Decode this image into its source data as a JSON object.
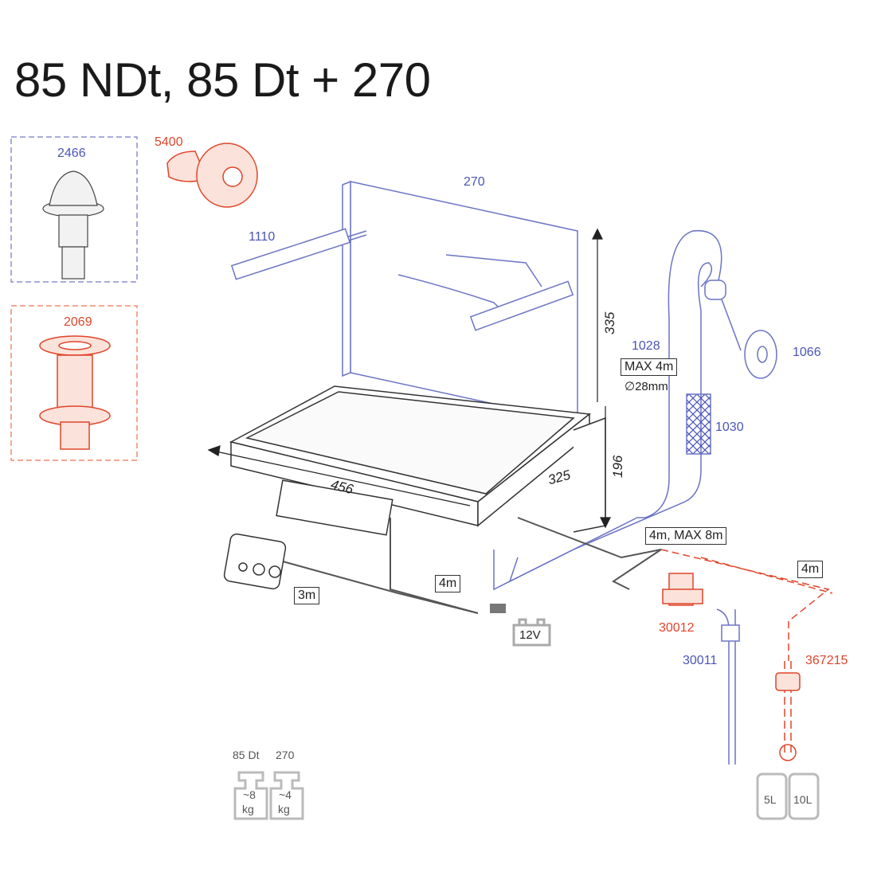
{
  "title": "85 NDt, 85 Dt + 270",
  "parts": {
    "p2466": "2466",
    "p5400": "5400",
    "p2069": "2069",
    "p270": "270",
    "p1110": "1110",
    "p1028": "1028",
    "p1066": "1066",
    "p1030": "1030",
    "p30012": "30012",
    "p30011": "30011",
    "p367215": "367215"
  },
  "dimensions": {
    "height_upper": "335",
    "height_lower": "196",
    "width": "456",
    "depth": "325"
  },
  "notes": {
    "hose_max": "MAX 4m",
    "hose_diameter": "∅28mm",
    "cable_4m_max8m": "4m, MAX 8m",
    "cable_4m_right": "4m",
    "cable_4m": "4m",
    "cable_3m": "3m",
    "battery": "12V",
    "tank_5l": "5L",
    "tank_10l": "10L"
  },
  "weights": {
    "label_85dt": "85 Dt",
    "label_270": "270",
    "w_85dt_value": "~8",
    "w_85dt_unit": "kg",
    "w_270_value": "~4",
    "w_270_unit": "kg"
  },
  "colors": {
    "blue": "#4a55b8",
    "red": "#e0452a",
    "gray": "#555555"
  }
}
